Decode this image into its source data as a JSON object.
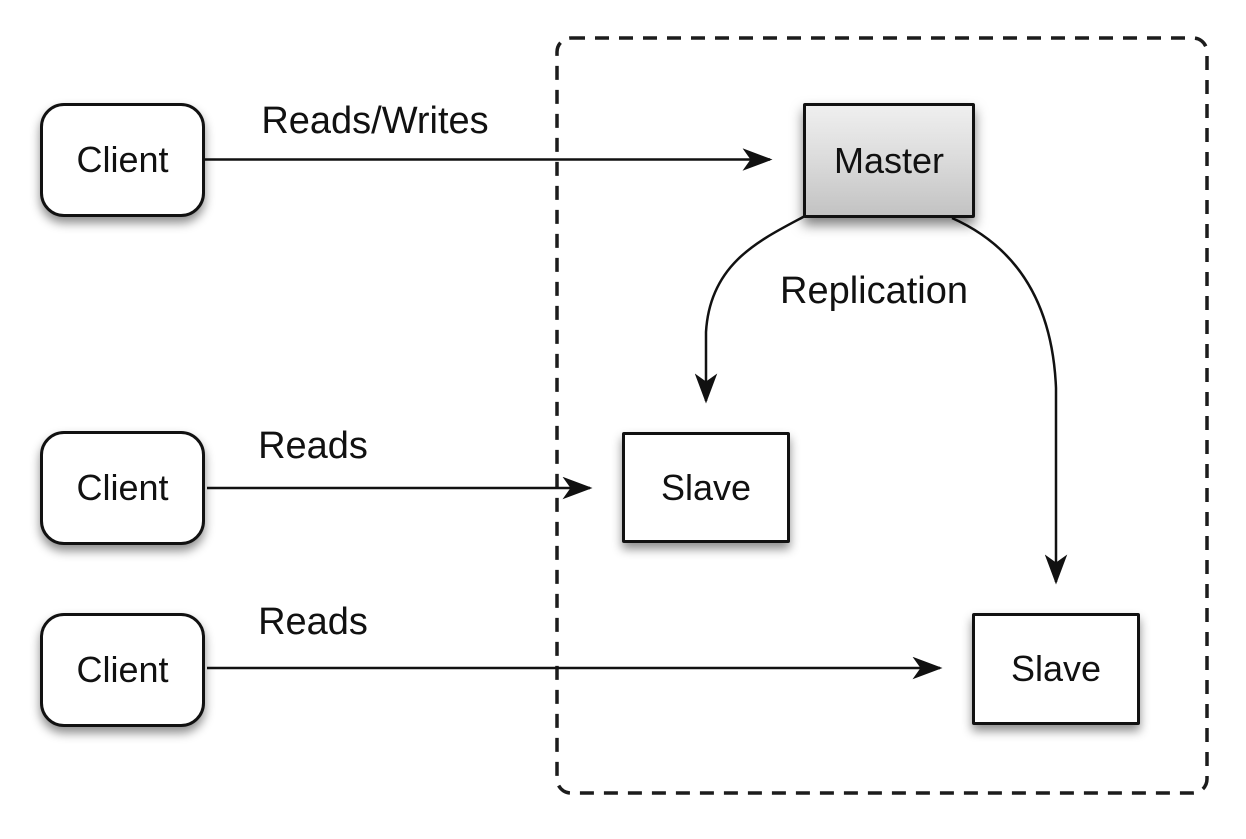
{
  "diagram": {
    "kind": "master-slave replication diagram",
    "nodes": {
      "client1": {
        "label": "Client"
      },
      "client2": {
        "label": "Client"
      },
      "client3": {
        "label": "Client"
      },
      "master": {
        "label": "Master"
      },
      "slave1": {
        "label": "Slave"
      },
      "slave2": {
        "label": "Slave"
      }
    },
    "edges": {
      "client1_to_master": {
        "label": "Reads/Writes"
      },
      "client2_to_slave1": {
        "label": "Reads"
      },
      "client3_to_slave2": {
        "label": "Reads"
      },
      "master_to_slaves": {
        "label": "Replication"
      }
    },
    "colors": {
      "background": "#ffffff",
      "stroke": "#111111",
      "node_fill": "#ffffff",
      "master_fill_top": "#efefef",
      "master_fill_bottom": "#c3c3c3"
    }
  }
}
